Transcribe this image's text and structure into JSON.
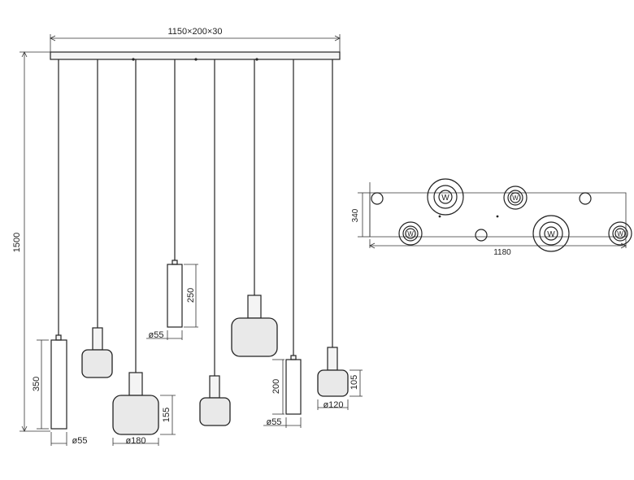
{
  "front_view": {
    "canopy_dim": "1150×200×30",
    "height_dim": "1500",
    "pendants": [
      {
        "label": "350",
        "diam": "ø55"
      },
      {
        "label": "",
        "diam": ""
      },
      {
        "label": "155",
        "diam": "ø180"
      },
      {
        "label": "250",
        "diam": "ø55"
      },
      {
        "label": "",
        "diam": ""
      },
      {
        "label": "",
        "diam": ""
      },
      {
        "label": "200",
        "diam": "ø55"
      },
      {
        "label": "105",
        "diam": "ø120"
      }
    ]
  },
  "top_view": {
    "width_dim": "1180",
    "depth_dim": "340",
    "socket_letter": "W"
  },
  "colors": {
    "line": "#222222",
    "shade_fill": "#e9e9e9",
    "background": "#ffffff"
  }
}
